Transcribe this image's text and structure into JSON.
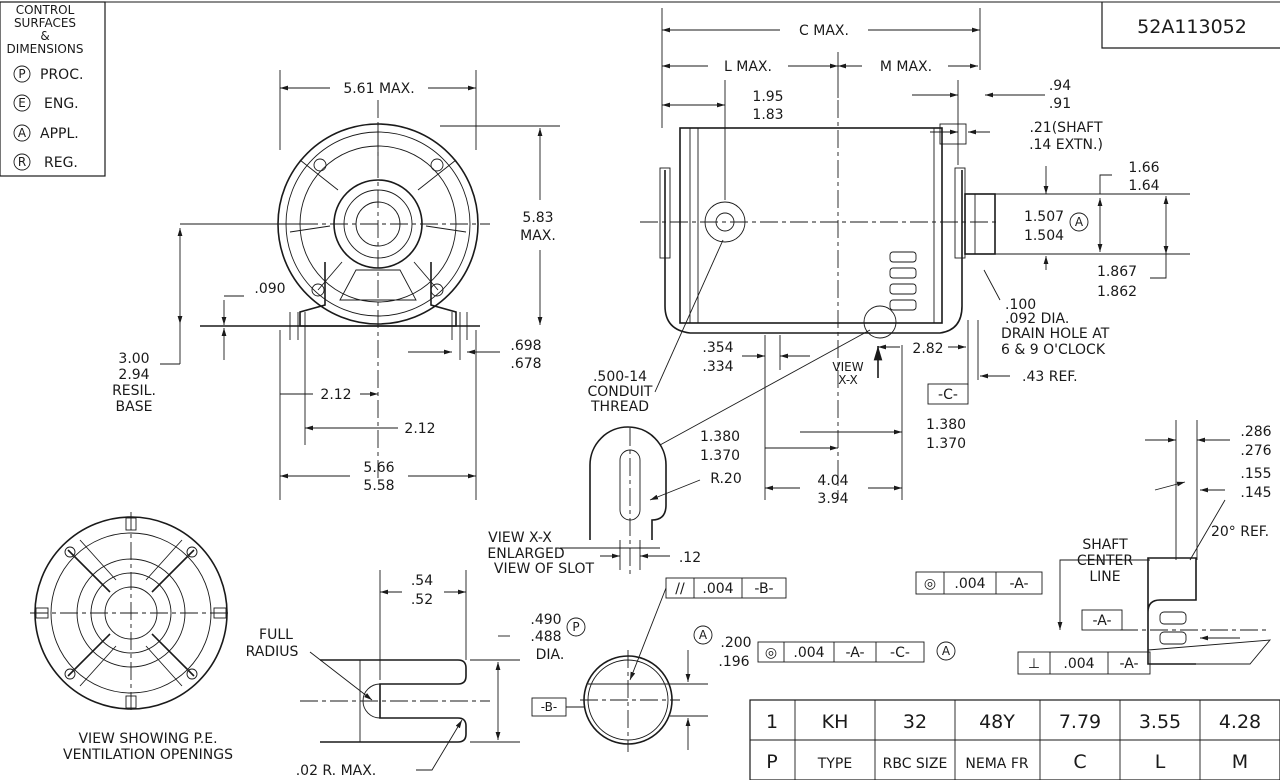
{
  "part_number": "52A113052",
  "legend": {
    "title_lines": [
      "CONTROL",
      "SURFACES",
      "&",
      "DIMENSIONS"
    ],
    "items": [
      {
        "symbol": "P",
        "label": "PROC."
      },
      {
        "symbol": "E",
        "label": "ENG."
      },
      {
        "symbol": "A",
        "label": "APPL."
      },
      {
        "symbol": "R",
        "label": "REG."
      }
    ]
  },
  "front_view": {
    "width_max": "5.61 MAX.",
    "height_max": [
      "5.83",
      "MAX."
    ],
    "base_gap": ".090",
    "resil_base": [
      "3.00",
      "2.94",
      "RESIL.",
      "BASE"
    ],
    "slot_width": [
      ".698",
      ".678"
    ],
    "half_span_a": "2.12",
    "half_span_b": "2.12",
    "base_width": [
      "5.66",
      "5.58"
    ]
  },
  "side_view": {
    "c_max": "C MAX.",
    "l_max": "L MAX.",
    "m_max": "M MAX.",
    "endbell": [
      "1.95",
      "1.83"
    ],
    "shaft_step": [
      ".94",
      ".91"
    ],
    "shaft_extn": [
      ".21(SHAFT",
      ".14  EXTN.)"
    ],
    "flat_height": [
      "1.66",
      "1.64"
    ],
    "shaft_dia": [
      "1.507",
      "1.504"
    ],
    "shaft_dia_cls": "A",
    "total_dia": [
      "1.867",
      "1.862"
    ],
    "drain_hole": [
      ".100",
      ".092 DIA.",
      "DRAIN HOLE AT",
      "6 & 9 O'CLOCK"
    ],
    "foot_to_end": "2.82",
    "ref_43": ".43 REF.",
    "datum_c": "-C-",
    "slot_from": [
      ".354",
      ".334"
    ],
    "conduit": [
      ".500-14",
      "CONDUIT",
      "THREAD"
    ],
    "view_arrow": [
      "VIEW",
      "X-X"
    ],
    "slot_c1": [
      "1.380",
      "1.370"
    ],
    "slot_c2": [
      "1.380",
      "1.370"
    ],
    "foot_span": [
      "4.04",
      "3.94"
    ]
  },
  "slot_detail": {
    "radius": "R.20",
    "caption": [
      "VIEW X-X",
      "ENLARGED",
      "VIEW OF SLOT"
    ],
    "width": ".12"
  },
  "pe_view": {
    "caption": [
      "VIEW SHOWING P.E.",
      "VENTILATION OPENINGS"
    ]
  },
  "shaft_detail": {
    "flat_len": [
      ".54",
      ".52"
    ],
    "full_radius": [
      "FULL",
      "RADIUS"
    ],
    "dia": [
      ".490",
      ".488",
      "DIA."
    ],
    "dia_cls": "P",
    "corner": ".02 R. MAX.",
    "parallel_fcf": [
      "//",
      ".004",
      "-B-"
    ],
    "datum_b": "-B-",
    "flat_depth": [
      ".200",
      ".196"
    ],
    "flat_depth_cls": "A",
    "conc_fcf": [
      "◎",
      ".004",
      "-A-",
      "-C-"
    ],
    "conc_fcf_cls": "A"
  },
  "key_detail": {
    "t1": [
      ".286",
      ".276"
    ],
    "t2": [
      ".155",
      ".145"
    ],
    "angle": "20° REF.",
    "centerline": [
      "SHAFT",
      "CENTER",
      "LINE"
    ],
    "conc_fcf": [
      "◎",
      ".004",
      "-A-"
    ],
    "datum_a": "-A-",
    "perp_fcf": [
      "⊥",
      ".004",
      "-A-"
    ]
  },
  "table": {
    "row1": [
      "1",
      "KH",
      "32",
      "48Y",
      "7.79",
      "3.55",
      "4.28"
    ],
    "row2": [
      "P",
      "TYPE",
      "RBC SIZE",
      "NEMA FR",
      "C",
      "L",
      "M"
    ]
  }
}
